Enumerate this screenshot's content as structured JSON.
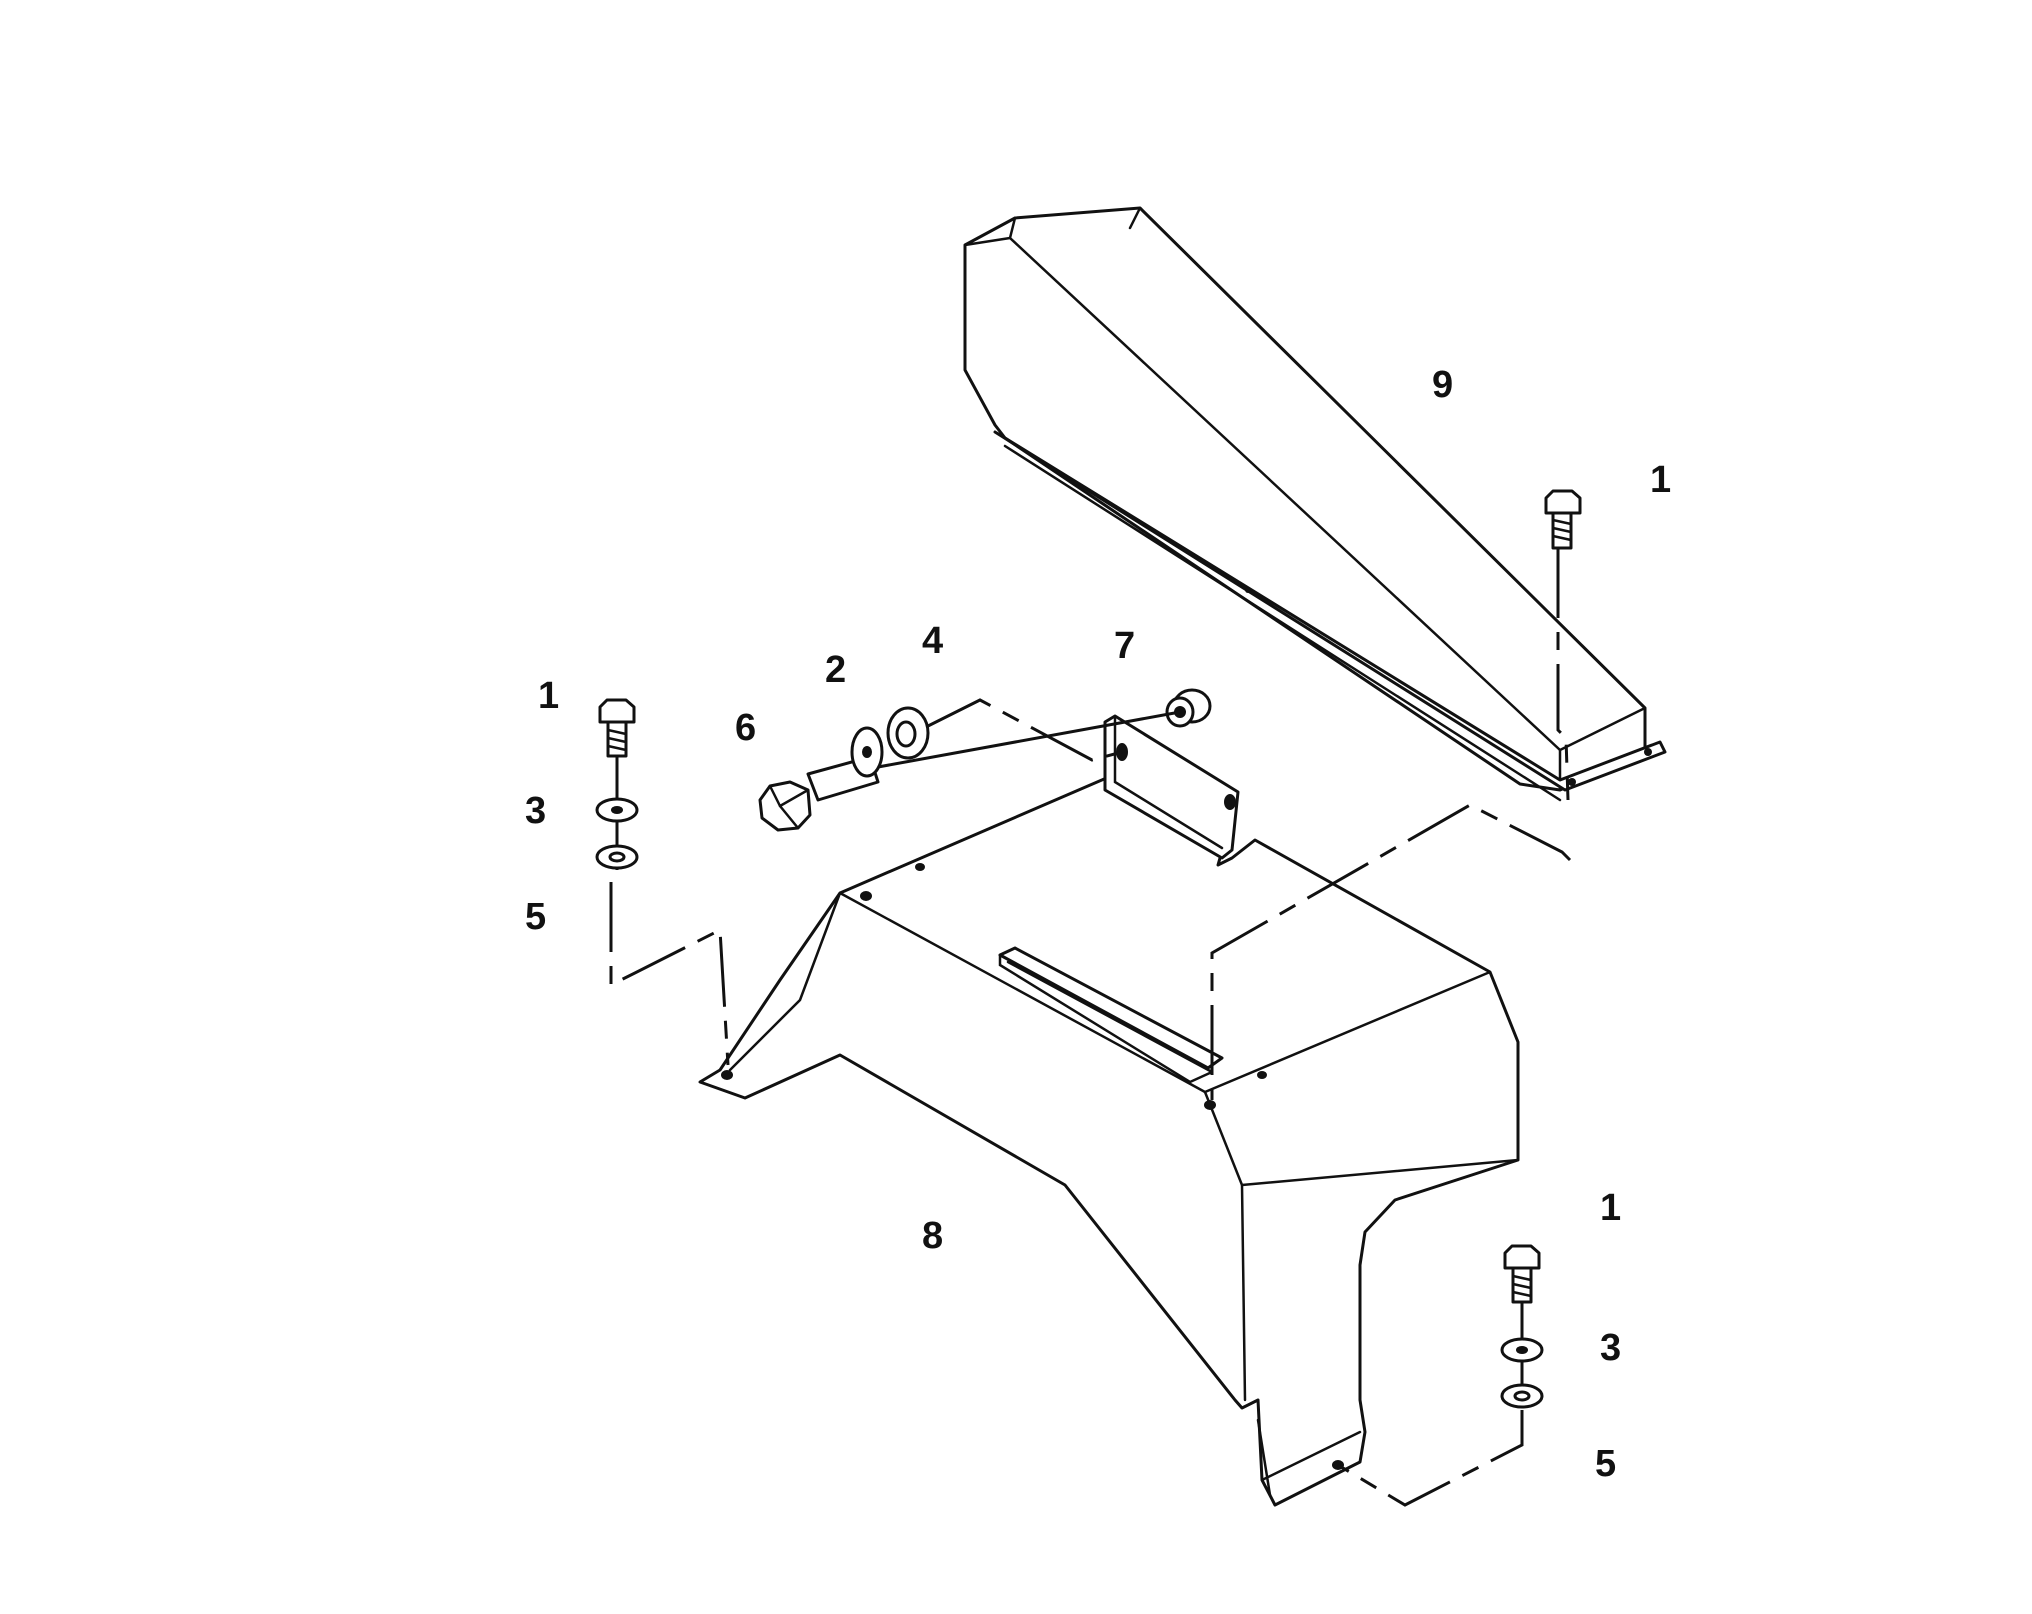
{
  "diagram": {
    "callouts": {
      "c9": "9",
      "c1_top": "1",
      "c1_left": "1",
      "c3_left": "3",
      "c5_left": "5",
      "c6": "6",
      "c2": "2",
      "c4": "4",
      "c7": "7",
      "c8": "8",
      "c1_bottom": "1",
      "c3_bottom": "3",
      "c5_bottom": "5"
    },
    "colors": {
      "ink": "#111111",
      "paper": "#ffffff"
    }
  }
}
